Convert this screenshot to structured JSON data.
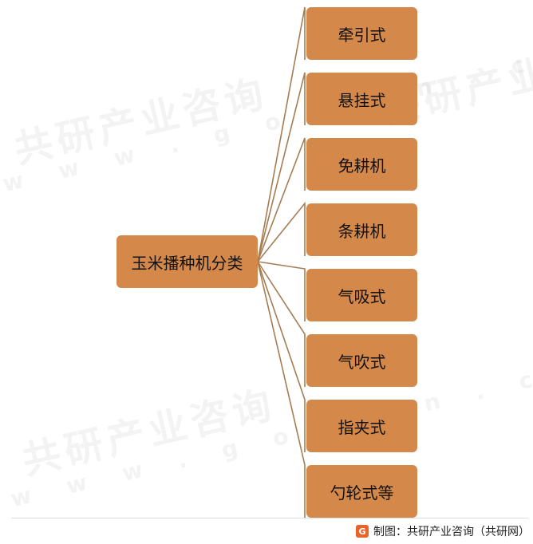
{
  "root": {
    "label": "玉米播种机分类"
  },
  "leaves": [
    {
      "label": "牵引式"
    },
    {
      "label": "悬挂式"
    },
    {
      "label": "免耕机"
    },
    {
      "label": "条耕机"
    },
    {
      "label": "气吸式"
    },
    {
      "label": "气吹式"
    },
    {
      "label": "指夹式"
    },
    {
      "label": "勺轮式等"
    }
  ],
  "watermark": {
    "brand": "共研产业咨询",
    "site": "w w w . g o n y n . c o m"
  },
  "footer": {
    "logo_letter": "G",
    "source": "制图：共研产业咨询（共研网）"
  },
  "colors": {
    "node_fill": "#D4894B",
    "connector": "#A67C52",
    "logo": "#E8622A"
  }
}
